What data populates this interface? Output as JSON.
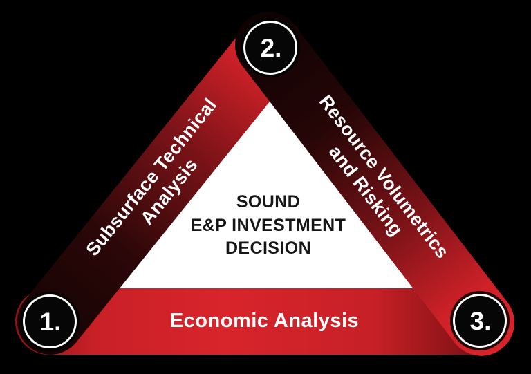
{
  "diagram": {
    "center": {
      "line1": "SOUND",
      "line2": "E&P INVESTMENT",
      "line3": "DECISION"
    },
    "sides": {
      "left": {
        "line1": "Subsurface Technical",
        "line2": "Analysis"
      },
      "right": {
        "line1": "Resource Volumetrics",
        "line2": "and Risking"
      },
      "bottom": {
        "line1": "Economic Analysis"
      }
    },
    "corners": [
      {
        "number": "1."
      },
      {
        "number": "2."
      },
      {
        "number": "3."
      }
    ],
    "colors": {
      "background": "#000000",
      "bar_red_bright": "#d8242b",
      "bar_red_dark": "#160303",
      "inner_triangle": "#ffffff",
      "bar_text": "#ffffff",
      "center_text": "#161616",
      "badge_fill": "#060606",
      "badge_ring": "#ffffff"
    }
  }
}
